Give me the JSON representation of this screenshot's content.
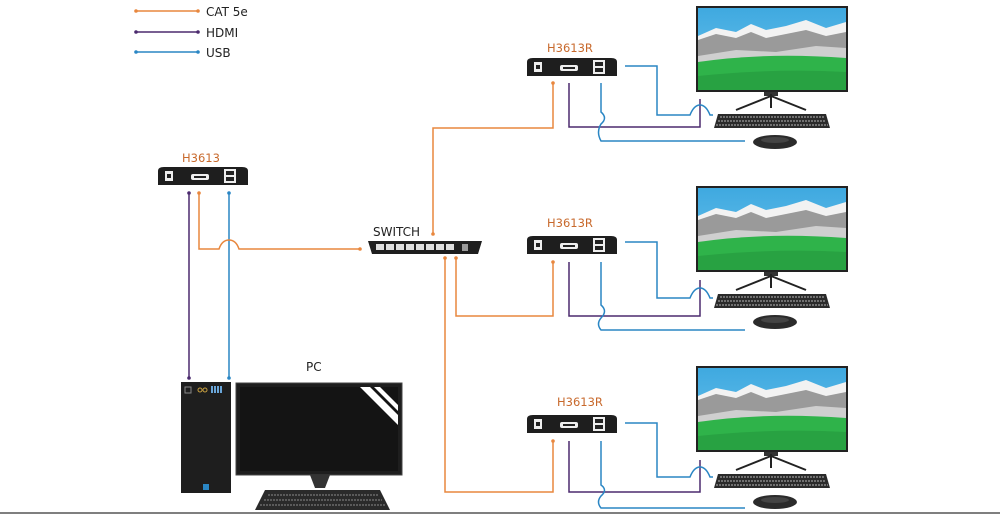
{
  "legend": [
    {
      "label": "CAT 5e",
      "color": "#e8873e"
    },
    {
      "label": "HDMI",
      "color": "#4b2a6e"
    },
    {
      "label": "USB",
      "color": "#2a86c4"
    }
  ],
  "colors": {
    "cat5e": "#e8873e",
    "hdmi": "#4b2a6e",
    "usb": "#2a86c4",
    "device_label": "#c8692c",
    "device_body": "#1e1e1e"
  },
  "transmitter": {
    "label": "H3613"
  },
  "switch": {
    "label": "SWITCH"
  },
  "receivers": [
    {
      "label": "H3613R"
    },
    {
      "label": "H3613R"
    },
    {
      "label": "H3613R"
    }
  ],
  "pc": {
    "label": "PC"
  }
}
